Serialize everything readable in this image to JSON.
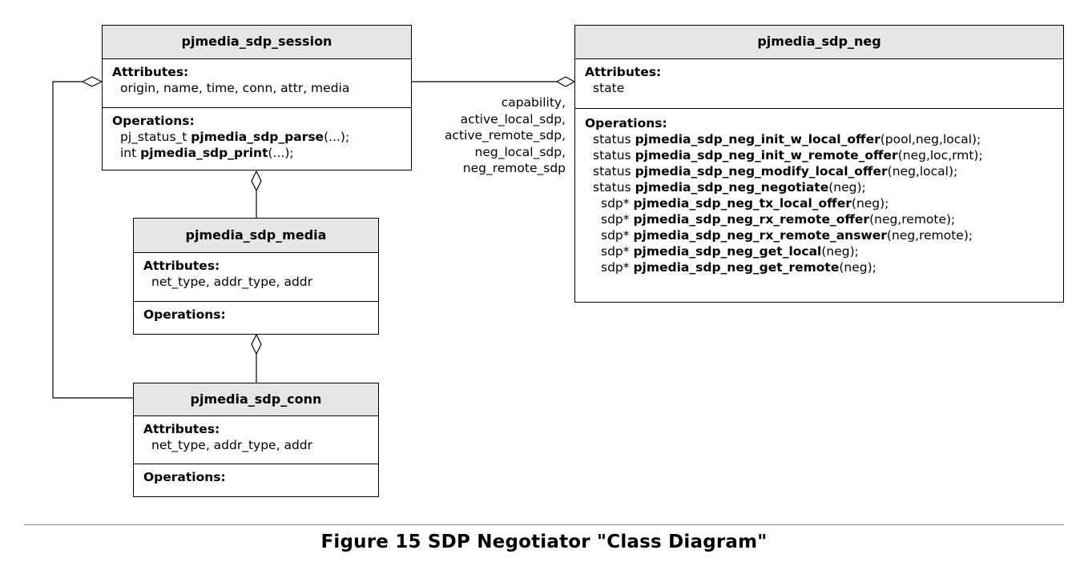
{
  "diagram": {
    "classes": {
      "session": {
        "name": "pjmedia_sdp_session",
        "attributes_title": "Attributes:",
        "attributes": "origin, name, time, conn, attr, media",
        "operations_title": "Operations:",
        "operations": [
          {
            "prefix": "pj_status_t ",
            "name": "pjmedia_sdp_parse",
            "args": "(...);"
          },
          {
            "prefix": "int ",
            "name": "pjmedia_sdp_print",
            "args": "(...);"
          }
        ]
      },
      "media": {
        "name": "pjmedia_sdp_media",
        "attributes_title": "Attributes:",
        "attributes": "net_type, addr_type, addr",
        "operations_title": "Operations:"
      },
      "conn": {
        "name": "pjmedia_sdp_conn",
        "attributes_title": "Attributes:",
        "attributes": "net_type, addr_type, addr",
        "operations_title": "Operations:"
      },
      "neg": {
        "name": "pjmedia_sdp_neg",
        "attributes_title": "Attributes:",
        "attributes": "state",
        "operations_title": "Operations:",
        "operations": [
          {
            "prefix": "status ",
            "name": "pjmedia_sdp_neg_init_w_local_offer",
            "args": "(pool,neg,local);"
          },
          {
            "prefix": "status ",
            "name": "pjmedia_sdp_neg_init_w_remote_offer",
            "args": "(neg,loc,rmt);"
          },
          {
            "prefix": "status ",
            "name": "pjmedia_sdp_neg_modify_local_offer",
            "args": "(neg,local);"
          },
          {
            "prefix": "status ",
            "name": "pjmedia_sdp_neg_negotiate",
            "args": "(neg);"
          },
          {
            "prefix": "sdp* ",
            "name": "pjmedia_sdp_neg_tx_local_offer",
            "args": "(neg);"
          },
          {
            "prefix": "sdp* ",
            "name": "pjmedia_sdp_neg_rx_remote_offer",
            "args": "(neg,remote);"
          },
          {
            "prefix": "sdp* ",
            "name": "pjmedia_sdp_neg_rx_remote_answer",
            "args": "(neg,remote);"
          },
          {
            "prefix": "sdp* ",
            "name": "pjmedia_sdp_neg_get_local",
            "args": "(neg);"
          },
          {
            "prefix": "sdp* ",
            "name": "pjmedia_sdp_neg_get_remote",
            "args": "(neg);"
          }
        ]
      }
    },
    "association_labels": [
      "capability,",
      "active_local_sdp,",
      "active_remote_sdp,",
      "neg_local_sdp,",
      "neg_remote_sdp"
    ]
  },
  "caption": "Figure 15 SDP Negotiator \"Class Diagram\""
}
